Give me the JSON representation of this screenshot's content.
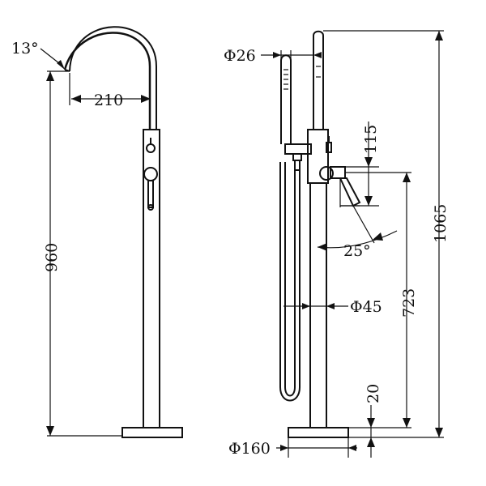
{
  "dimensions": {
    "spout_angle": "13°",
    "spout_reach": "210",
    "spout_height": "960",
    "handshower_diameter": "Φ26",
    "mixer_offset": "115",
    "total_height": "1065",
    "lever_angle": "25°",
    "outlet_height": "723",
    "body_diameter": "Φ45",
    "base_thickness": "20",
    "base_diameter": "Φ160"
  },
  "colors": {
    "ink": "#111111",
    "background": "#ffffff"
  }
}
